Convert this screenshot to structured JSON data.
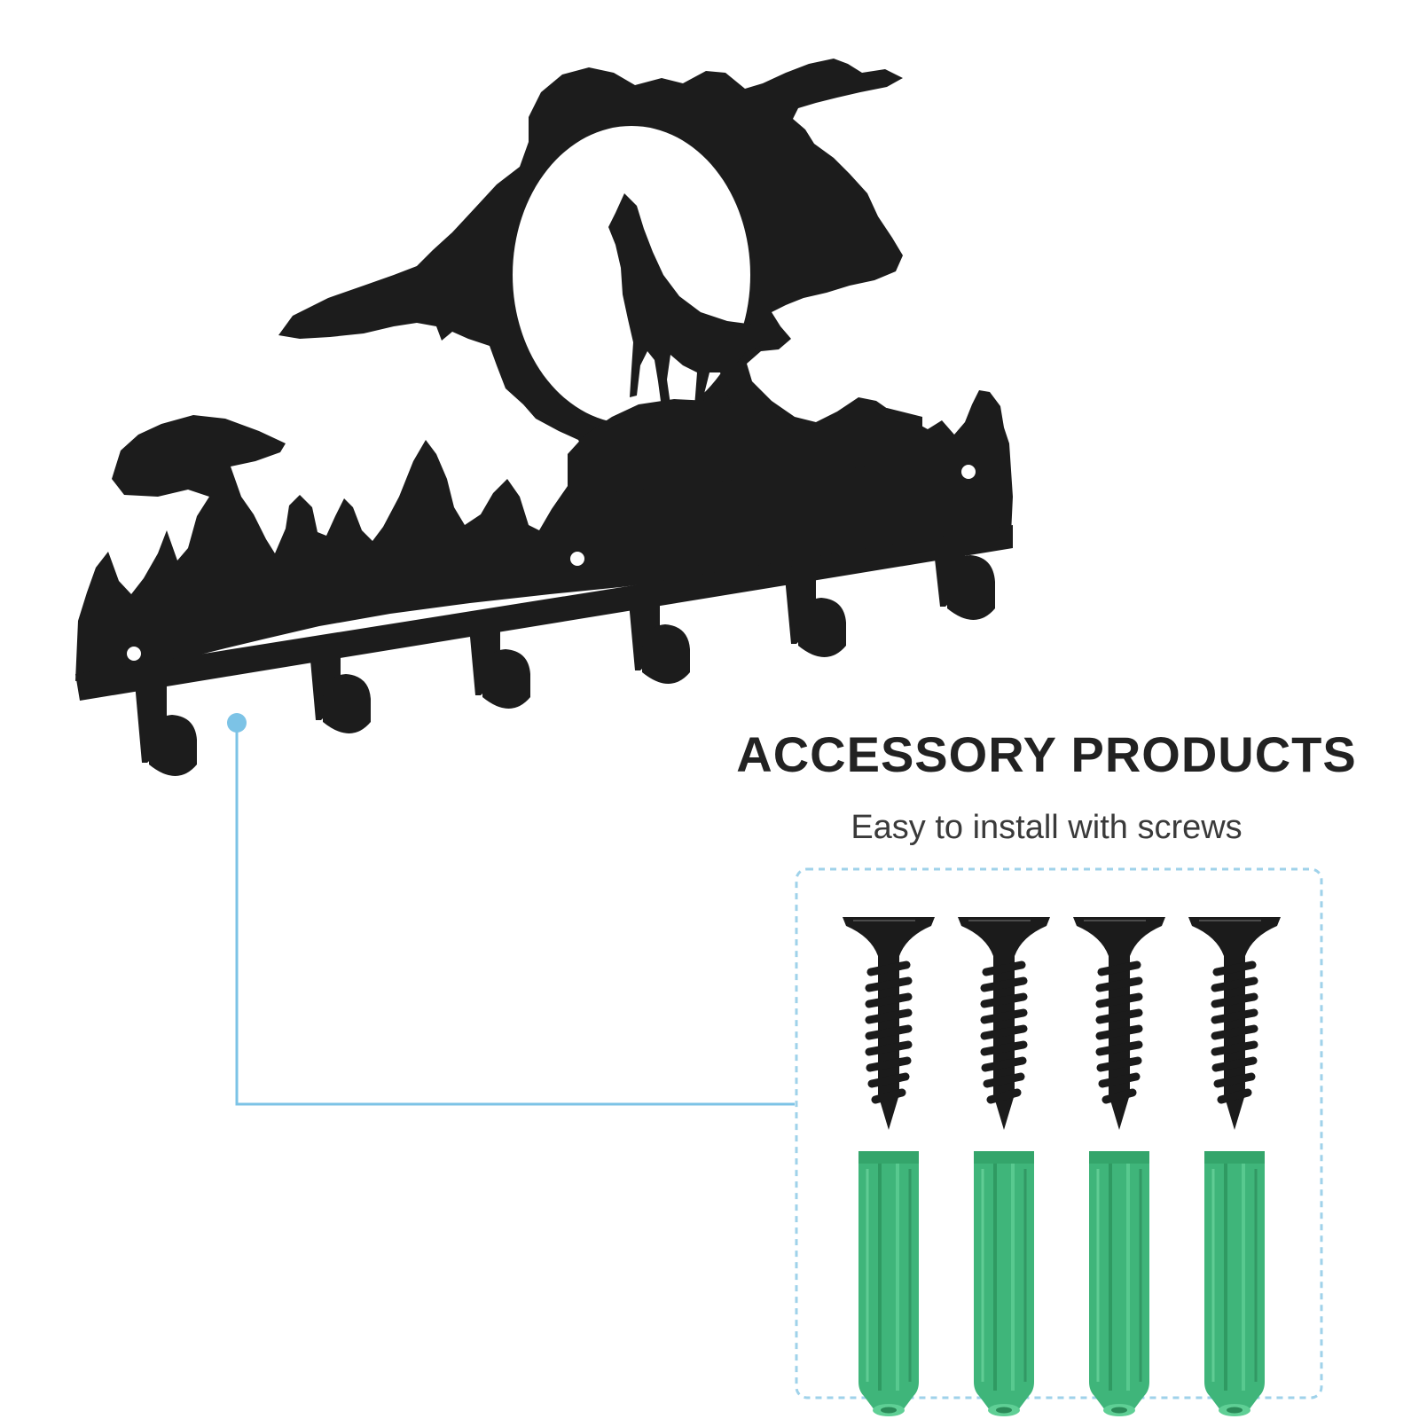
{
  "accessory_section": {
    "heading": "ACCESSORY PRODUCTS",
    "subheading": "Easy to install with screws"
  },
  "product": {
    "hook_count": 6,
    "mounting_hole_count": 3
  },
  "accessories": {
    "screw_count": 4,
    "anchor_count": 4
  },
  "colors": {
    "metal": "#1c1c1c",
    "anchor": "#3fb57a",
    "callout_line": "#7cc3e6",
    "box_border": "#9fd2ea",
    "heading": "#222222",
    "subheading": "#3a3a3a"
  },
  "icons": {
    "product": "wolf-howling-moon-wall-hook-rack",
    "screw": "screw-icon",
    "anchor": "wall-anchor-icon"
  }
}
